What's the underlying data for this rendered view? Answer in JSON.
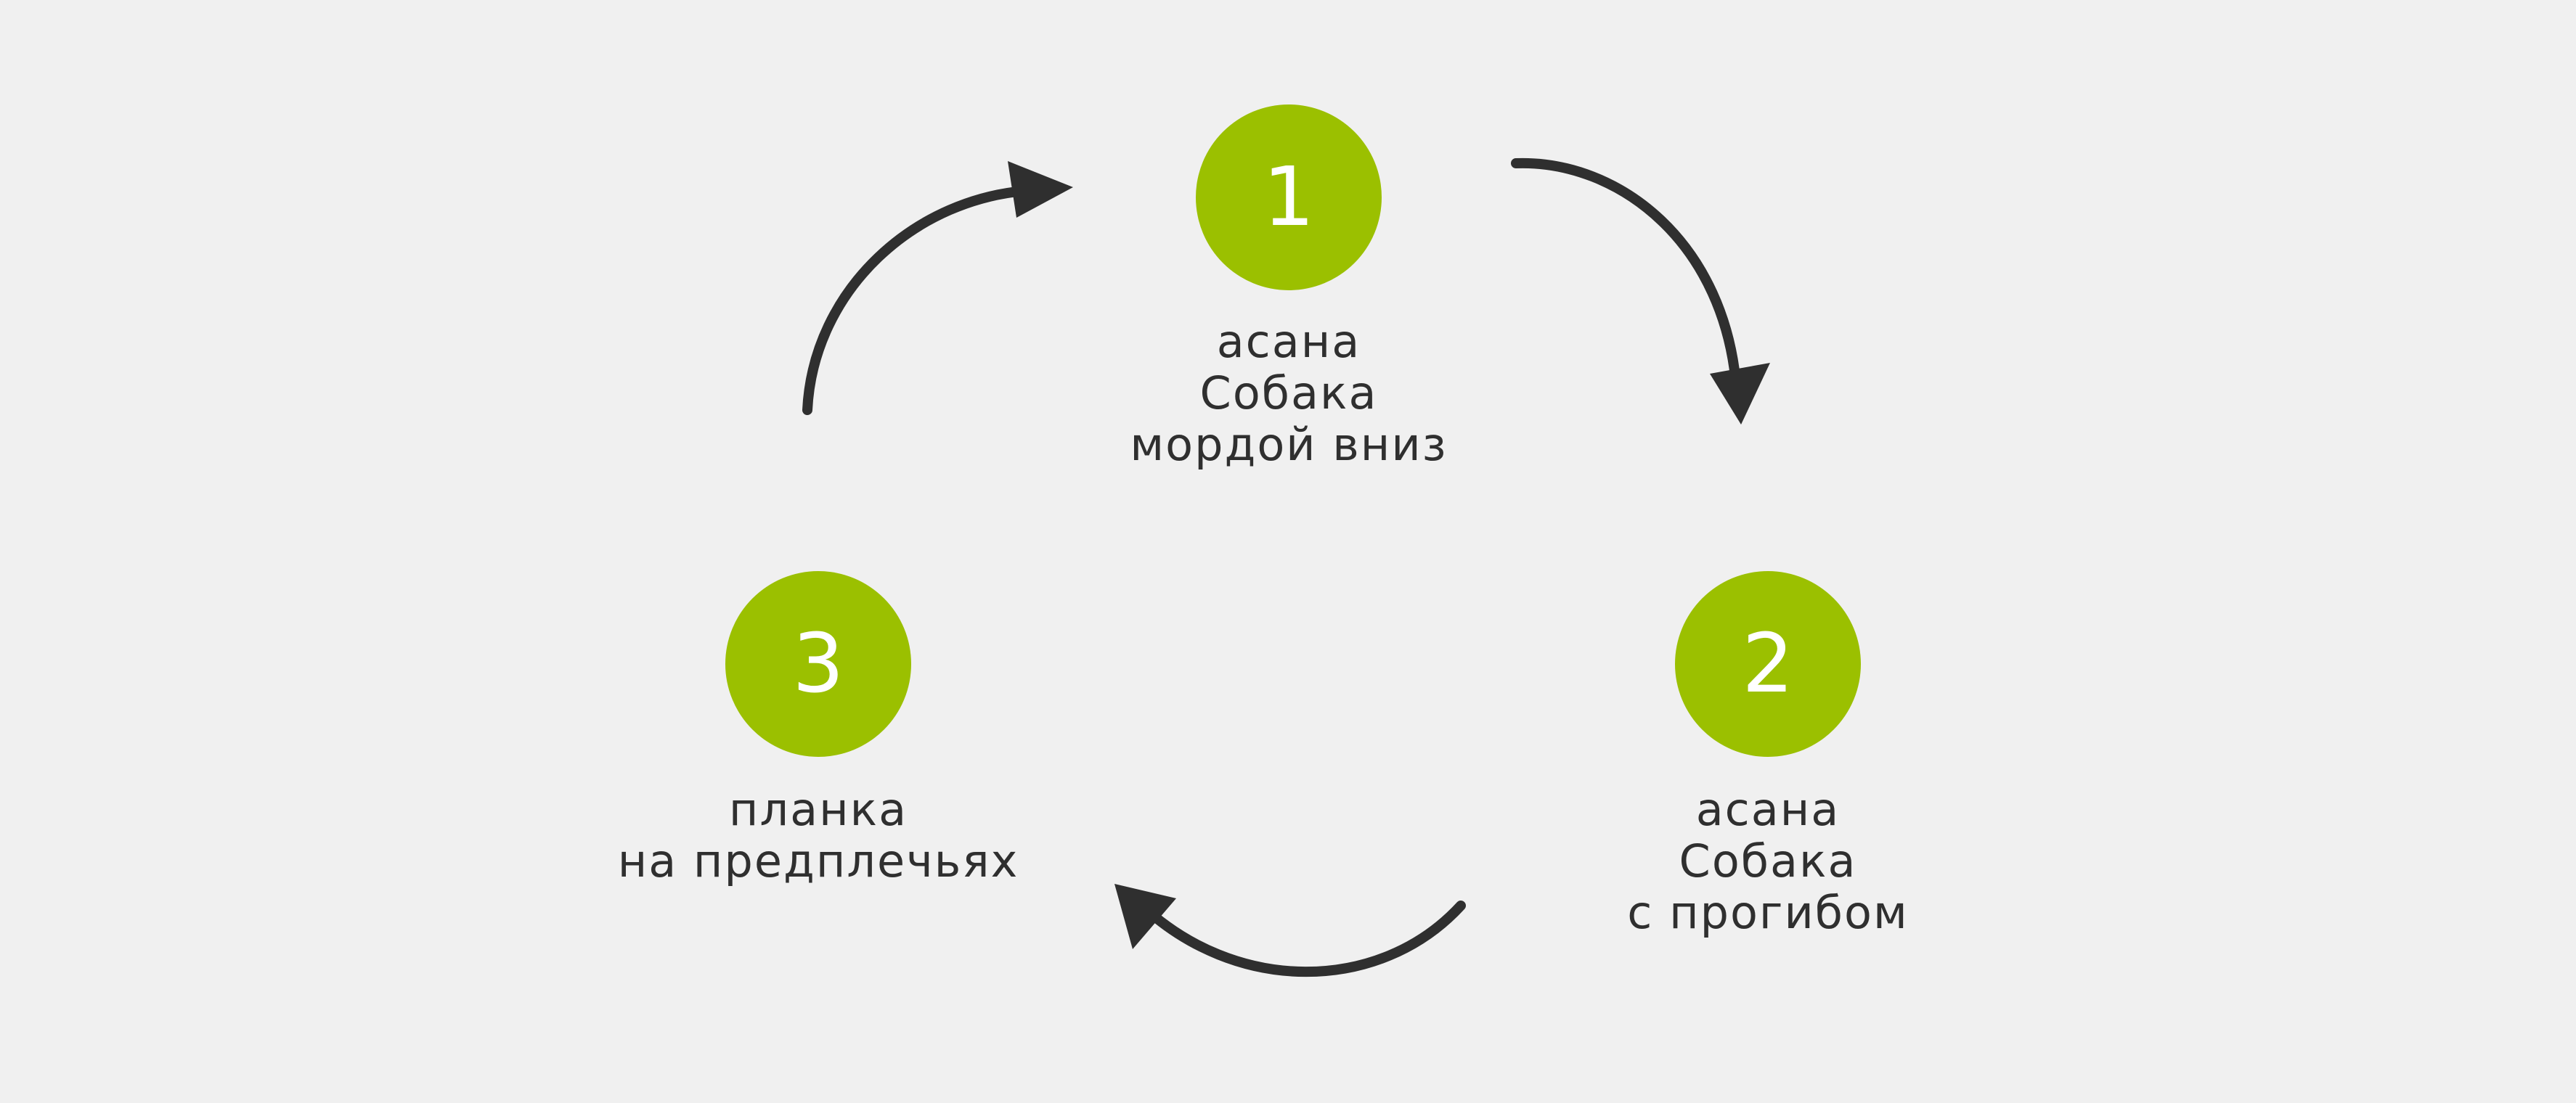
{
  "colors": {
    "background": "#f0f0f0",
    "circle": "#9bc000",
    "number": "#ffffff",
    "text": "#2f2f2f",
    "arrow": "#2f2f2f"
  },
  "steps": [
    {
      "number": "1",
      "label": [
        "асана",
        "Собака",
        "мордой вниз"
      ]
    },
    {
      "number": "2",
      "label": [
        "асана",
        "Собака",
        "с прогибом"
      ]
    },
    {
      "number": "3",
      "label": [
        "планка",
        "на предплечьях"
      ]
    }
  ]
}
